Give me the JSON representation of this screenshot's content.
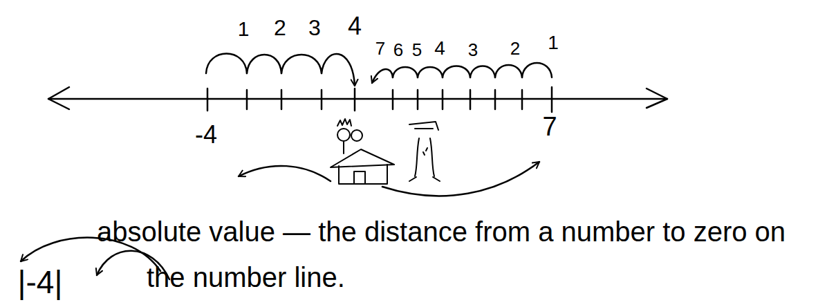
{
  "diagram": {
    "labels": [
      "1",
      "2",
      "3",
      "4",
      "7",
      "6",
      "5",
      "4",
      "3",
      "2",
      "1",
      "-4",
      "7",
      "|-4|",
      "absolute value — the distance from a number to zero on the number line."
    ]
  }
}
